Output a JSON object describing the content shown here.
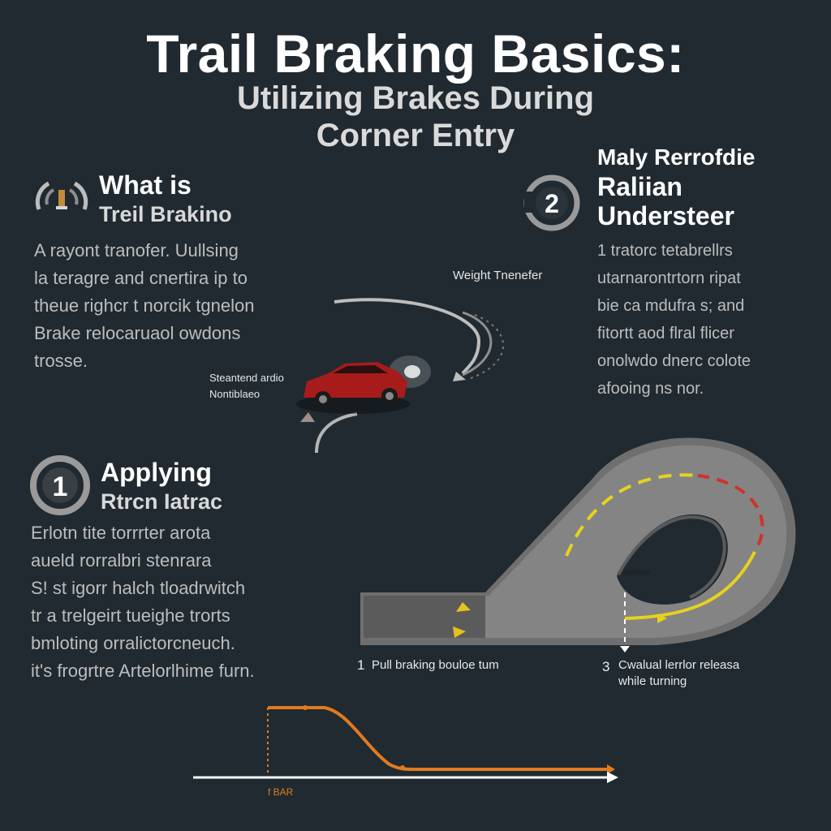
{
  "header": {
    "title": "Trail Braking Basics:",
    "subtitle_line1": "Utilizing Brakes During",
    "subtitle_line2": "Corner Entry"
  },
  "section_what": {
    "heading_line1": "What is",
    "heading_line2": "Treil Brakino",
    "body": [
      "A rayont tranofer. Uullsing",
      "la teragre and cnertira ip to",
      "theue righcr t norcik tgnelon",
      "Brake relocaruaol owdons",
      "trosse."
    ]
  },
  "section_2": {
    "number": "2",
    "heading_line1": "Maly Rerrofdie",
    "heading_line2": "Raliian",
    "heading_line3": "Understeer",
    "body": [
      "1 tratorc tetabrellrs",
      "utarnarontrtorn ripat",
      "bie ca mdufra s; and",
      "fitortt aod flral flicer",
      "onolwdo dnerc colote",
      "afooing ns nor."
    ]
  },
  "section_1": {
    "number": "1",
    "heading_line1": "Applying",
    "heading_line2": "Rtrcn Iatrac",
    "body": [
      "Erlotn tite torrrter arota",
      "aueld rorralbri stenrara",
      "S! st igorr halch tloadrwitch",
      "tr a trelgeirt tueighe trorts",
      "bmloting orralictorcneuch.",
      "it's frogrtre Artelorlhime furn."
    ]
  },
  "car_diagram": {
    "weight_label": "Weight Tnenefer",
    "car_label_line1": "Steantend ardio",
    "car_label_line2": "Nontiblaeo"
  },
  "track_diagram": {
    "label_1_number": "1",
    "label_1_text": "Pull braking bouloe tum",
    "label_3_number": "3",
    "label_3_line1": "Cwalual lerrlor releasa",
    "label_3_line2": "while turning",
    "apex_note": "ofertnes"
  },
  "brake_graph": {
    "axis_label": "f BAR"
  },
  "colors": {
    "background": "#212a31",
    "track": "#7d7d7d",
    "line_yellow": "#e6d21e",
    "line_red": "#d0322a",
    "graph_orange": "#e07b22",
    "car_red": "#a81b1b"
  },
  "icons": {
    "what_icon": "brake-caliper-icon",
    "section_2_icon": "number-two-badge-icon",
    "section_1_icon": "number-one-badge-icon"
  }
}
